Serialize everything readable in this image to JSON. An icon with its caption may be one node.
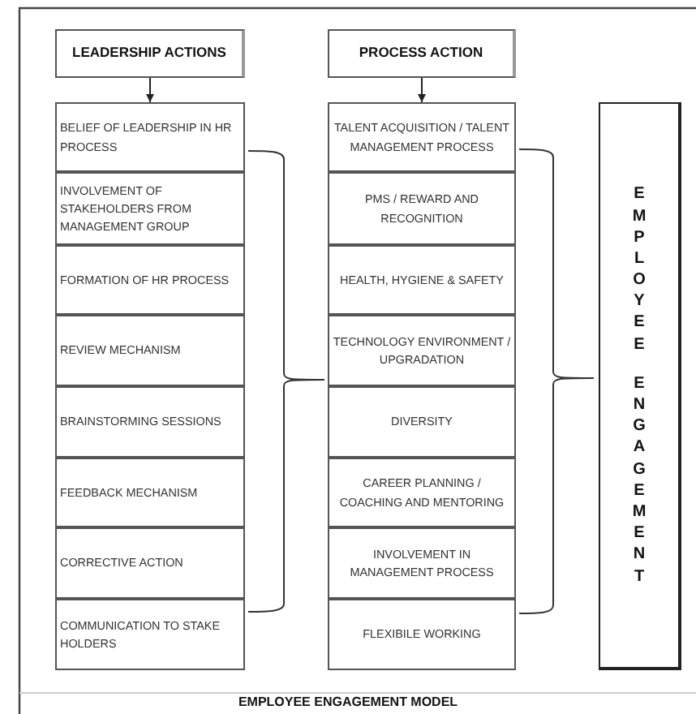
{
  "diagram": {
    "caption": "EMPLOYEE  ENGAGEMENT MODEL",
    "nodes": [
      {
        "text": [
          "LEADERSHIP ACTIONS"
        ]
      },
      {
        "text": [
          "BELIEF OF LEADERSHIP IN HR PROCESS"
        ]
      },
      {
        "text": [
          "INVOLVEMENT OF STAKEHOLDERS FROM MANAGEMENT GROUP"
        ]
      },
      {
        "text": [
          "FORMATION OF HR PROCESS"
        ]
      },
      {
        "text": [
          "REVIEW MECHANISM"
        ]
      },
      {
        "text": [
          "BRAINSTORMING SESSIONS"
        ]
      },
      {
        "text": [
          "FEEDBACK MECHANISM"
        ]
      },
      {
        "text": [
          "CORRECTIVE ACTION"
        ]
      },
      {
        "text": [
          "COMMUNICATION TO STAKE HOLDERS"
        ]
      },
      {
        "text": [
          "PROCESS ACTION"
        ]
      },
      {
        "text": [
          "TALENT ACQUISITION / TALENT MANAGEMENT PROCESS"
        ]
      },
      {
        "text": [
          "PMS / REWARD AND RECOGNITION"
        ]
      },
      {
        "text": [
          "HEALTH,  HYGIENE & SAFETY"
        ]
      },
      {
        "text": [
          "TECHNOLOGY ENVIRONMENT / UPGRADATION"
        ]
      },
      {
        "text": [
          "DIVERSITY"
        ]
      },
      {
        "text": [
          "CAREER PLANNING / COACHING AND MENTORING"
        ]
      },
      {
        "text": [
          "INVOLVEMENT IN MANAGEMENT PROCESS"
        ]
      },
      {
        "text": [
          "FLEXIBILE WORKING"
        ]
      },
      {
        "text": [
          "EMPLOYEE",
          "ENGAGEMENT"
        ]
      }
    ],
    "edges": [
      {
        "from": 0,
        "to": 1,
        "arrow": "to"
      },
      {
        "from": 9,
        "to": 10,
        "arrow": "to"
      }
    ]
  }
}
